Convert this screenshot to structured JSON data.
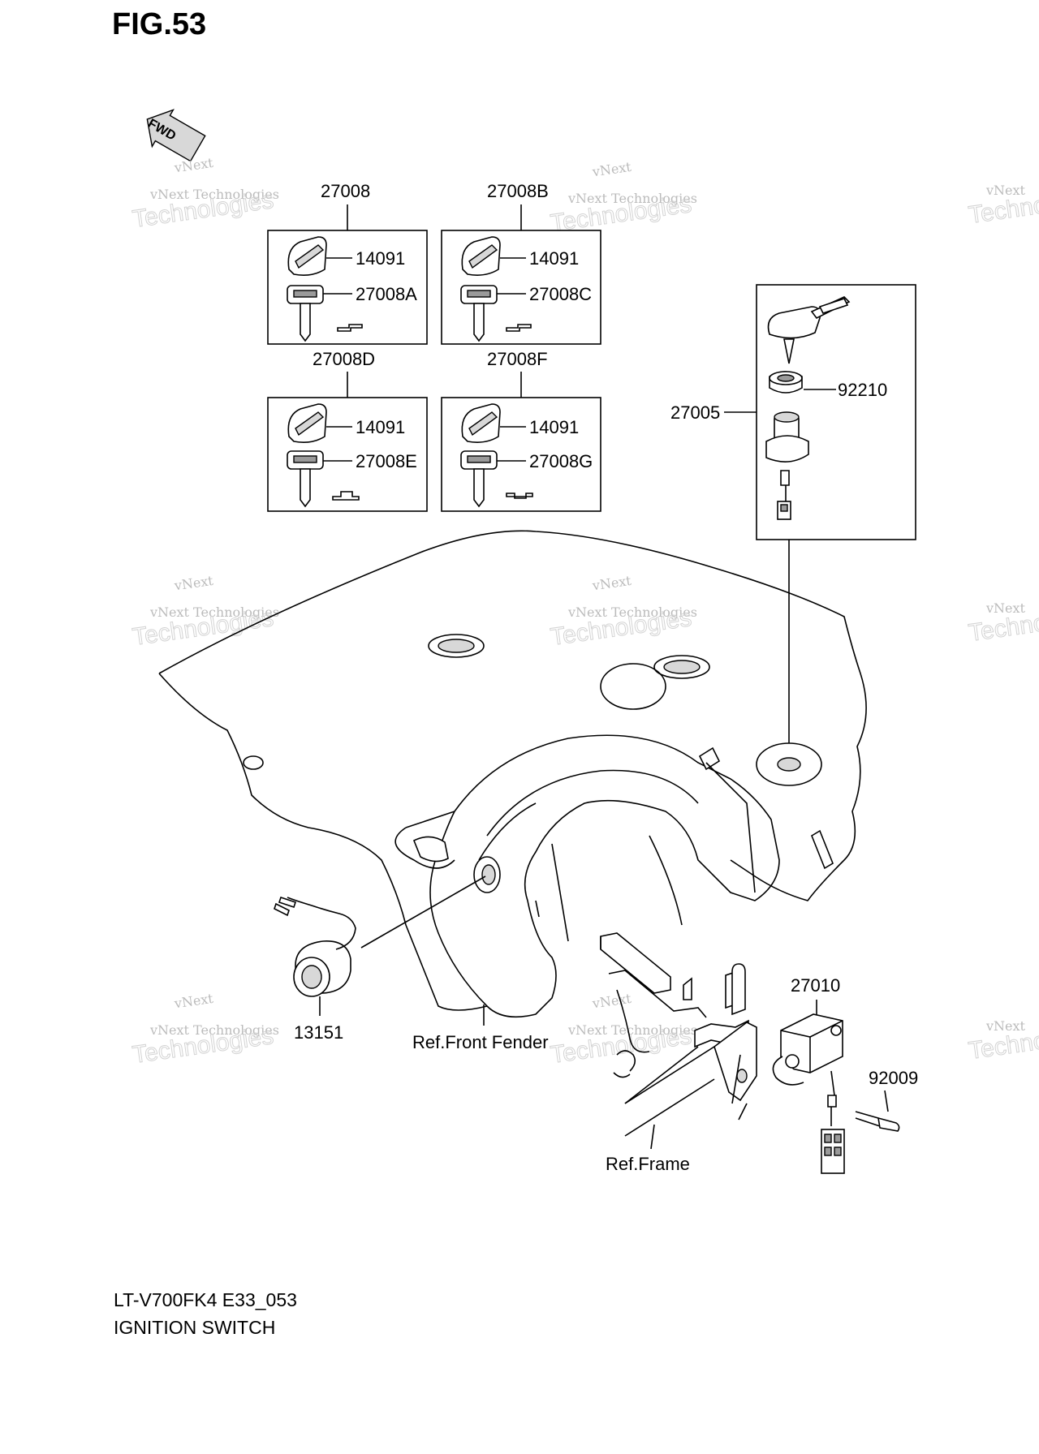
{
  "figure": "FIG.53",
  "fwd_label": "FWD",
  "watermark": {
    "line1": "vNext Technologies",
    "line2": "Technologies",
    "line3": "vNext"
  },
  "key_sets": [
    {
      "set": "27008",
      "cap": "14091",
      "key": "27008A"
    },
    {
      "set": "27008B",
      "cap": "14091",
      "key": "27008C"
    },
    {
      "set": "27008D",
      "cap": "14091",
      "key": "27008E"
    },
    {
      "set": "27008F",
      "cap": "14091",
      "key": "27008G"
    }
  ],
  "switch_assembly": {
    "main": "27005",
    "nut": "92210"
  },
  "parts": {
    "p13151": "13151",
    "front_fender": "Ref.Front Fender",
    "p27010": "27010",
    "p92009": "92009",
    "frame": "Ref.Frame"
  },
  "footer": {
    "model": "LT-V700FK4 E33_053",
    "title": "IGNITION SWITCH"
  }
}
